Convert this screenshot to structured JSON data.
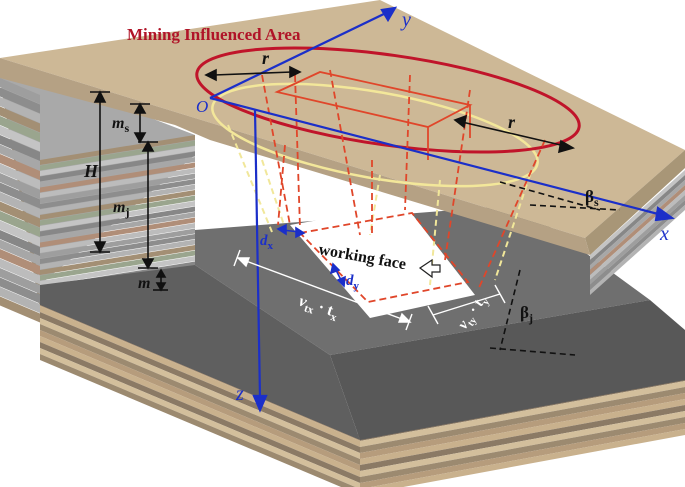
{
  "title": "Mining Influenced Area",
  "labels": {
    "origin": "O",
    "axis_x": "x",
    "axis_y": "y",
    "axis_z": "z",
    "radius_left": "r",
    "radius_right": "r",
    "ms": "m",
    "ms_sub": "s",
    "mj": "m",
    "mj_sub": "j",
    "H": "H",
    "m": "m",
    "dx": "d",
    "dx_sub": "x",
    "dy": "d",
    "dy_sub": "y",
    "working_face": "working face",
    "vtx": "v",
    "vtx_sub": "tx",
    "vtx_mid": " · t",
    "vtx_sub2": "x",
    "vty": "v",
    "vty_sub": "ty",
    "vty_mid": " · t",
    "vty_sub2": "y",
    "beta_s": "β",
    "beta_s_sub": "s",
    "beta_j": "β",
    "beta_j_sub": "j"
  },
  "colors": {
    "title": "#b01428",
    "ellipse_outer": "#c0142a",
    "ellipse_inner": "#f2eaa0",
    "axis": "#1b2fc9",
    "dashed_red": "#e0462a",
    "dashed_yellow": "#f1e79a",
    "surface": "#c9b28f",
    "coal": "#6b6b6b",
    "floor": "#4a4a4a"
  }
}
